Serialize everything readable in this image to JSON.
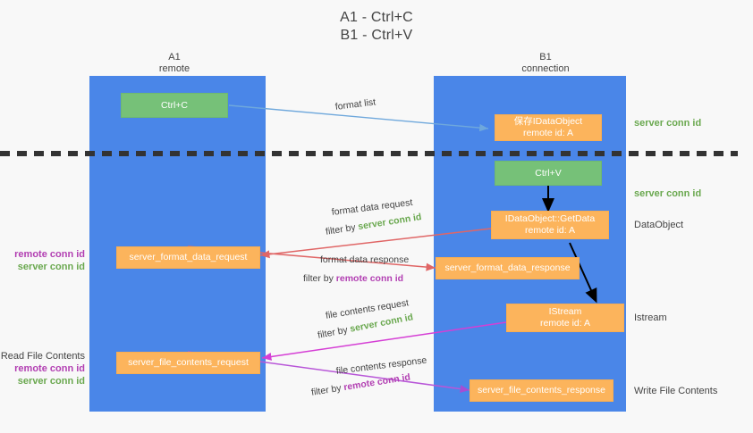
{
  "title": {
    "line1": "A1 - Ctrl+C",
    "line2": "B1 - Ctrl+V"
  },
  "colors": {
    "background": "#f8f8f8",
    "lane": "#4a86e8",
    "green_box": "#76c178",
    "orange_box": "#fcb45c",
    "green_text": "#6aa84f",
    "purple_text": "#b23fb2",
    "blue_arrow": "#6fa8dc",
    "red_arrow": "#e06666",
    "magenta_arrow": "#d53fd5",
    "purple_arrow": "#a64dd4",
    "black_arrow": "#000000",
    "dashed_line": "#333333"
  },
  "columns": [
    {
      "name": "A1",
      "sub": "remote"
    },
    {
      "name": "B1",
      "sub": "connection"
    }
  ],
  "boxes": {
    "ctrl_c": {
      "line1": "Ctrl+C",
      "line2": ""
    },
    "save_idataobject": {
      "line1": "保存IDataObject",
      "line2": "remote id: A"
    },
    "ctrl_v": {
      "line1": "Ctrl+V",
      "line2": ""
    },
    "getdata": {
      "line1": "IDataObject::GetData",
      "line2": "remote id: A"
    },
    "format_data_request": {
      "line1": "server_format_data_request",
      "line2": ""
    },
    "format_data_response": {
      "line1": "server_format_data_response",
      "line2": ""
    },
    "istream": {
      "line1": "IStream",
      "line2": "remote id: A"
    },
    "file_contents_request": {
      "line1": "server_file_contents_request",
      "line2": ""
    },
    "file_contents_response": {
      "line1": "server_file_contents_response",
      "line2": ""
    }
  },
  "right_labels": {
    "server_conn_id_1": "server conn id",
    "server_conn_id_2": "server conn id",
    "dataobject": "DataObject",
    "istream": "Istream",
    "write_file_contents": "Write File Contents"
  },
  "left_labels": {
    "format_block": {
      "remote": "remote conn id",
      "server": "server conn id"
    },
    "read_file_contents": {
      "title": "Read File Contents",
      "remote": "remote conn id",
      "server": "server conn id"
    }
  },
  "mid_labels": {
    "format_list": "format list",
    "format_data_request": "format data request",
    "format_data_request_filter_prefix": "filter by ",
    "format_data_request_filter_value": "server conn id",
    "format_data_response": "format data response",
    "format_data_response_filter_prefix": "filter by ",
    "format_data_response_filter_value": "remote conn id",
    "file_contents_request": "file contents request",
    "file_contents_request_filter_prefix": "filter by ",
    "file_contents_request_filter_value": "server conn id",
    "file_contents_response": "file contents response",
    "file_contents_response_filter_prefix": "filter by ",
    "file_contents_response_filter_value": "remote conn id"
  }
}
